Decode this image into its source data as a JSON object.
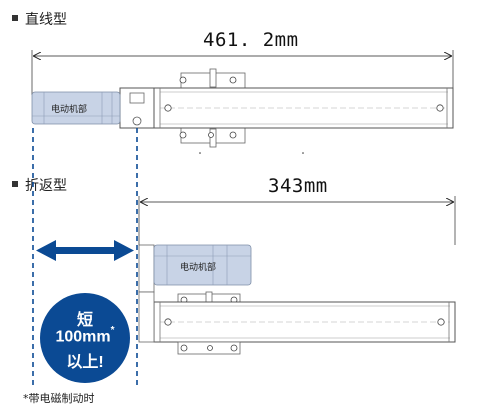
{
  "straight": {
    "title": "直线型",
    "length": "461. 2mm",
    "motor_label": "电动机部"
  },
  "folded": {
    "title": "折返型",
    "length": "343mm",
    "motor_label": "电动机部"
  },
  "badge": {
    "line1": "短",
    "line2": "100mm",
    "line2_mark": "*",
    "line3": "以上!"
  },
  "footnote": "*带电磁制动时",
  "colors": {
    "accent": "#0b4a94",
    "motor_fill": "#c8d3e6",
    "rail_stroke": "#555555"
  }
}
